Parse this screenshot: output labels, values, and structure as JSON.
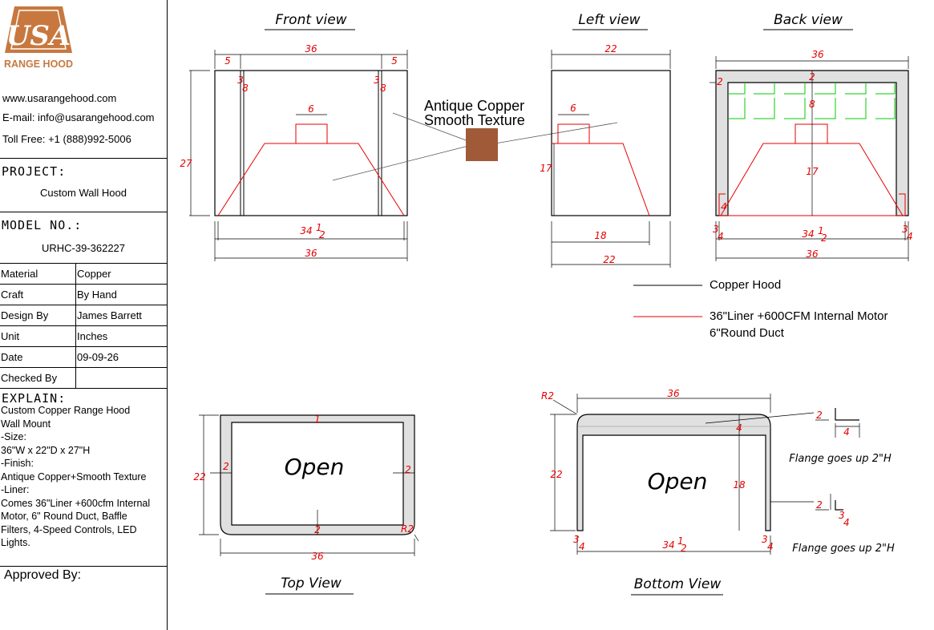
{
  "brand": {
    "logo_text": "USA",
    "logo_sub": "RANGE HOOD"
  },
  "contact": {
    "website": "www.usarangehood.com",
    "email": "E-mail: info@usarangehood.com",
    "phone": "Toll Free: +1 (888)992-5006"
  },
  "project": {
    "label": "PROJECT:",
    "value": "Custom Wall Hood"
  },
  "model": {
    "label": "MODEL NO.:",
    "value": "URHC-39-362227"
  },
  "specs": [
    {
      "key": "Material",
      "value": "Copper"
    },
    {
      "key": "Craft",
      "value": "By Hand"
    },
    {
      "key": "Design By",
      "value": "James Barrett"
    },
    {
      "key": "Unit",
      "value": "Inches"
    },
    {
      "key": "Date",
      "value": "09-09-26"
    },
    {
      "key": "Checked By",
      "value": ""
    }
  ],
  "explain": {
    "label": "EXPLAIN:",
    "lines": [
      "Custom Copper Range Hood",
      "Wall Mount",
      "-Size:",
      "36\"W x 22\"D x 27\"H",
      "-Finish:",
      "Antique Copper+Smooth Texture",
      "-Liner:",
      "Comes 36\"Liner +600cfm Internal",
      "Motor, 6\" Round Duct, Baffle",
      "Filters, 4-Speed Controls, LED",
      "Lights."
    ]
  },
  "approved": "Approved By:",
  "views": {
    "front": "Front view",
    "left": "Left view",
    "back": "Back view",
    "top": "Top View",
    "bottom": "Bottom View"
  },
  "finish": {
    "line1": "Antique Copper",
    "line2": "Smooth Texture",
    "swatch_color": "#a05a38"
  },
  "legend": {
    "black_label": "Copper Hood",
    "red_label_1": "36\"Liner +600CFM Internal Motor",
    "red_label_2": "6\"Round Duct"
  },
  "notes": {
    "flange_top": "Flange goes up 2\"H",
    "flange_bottom": "Flange goes up 2\"H",
    "open": "Open"
  },
  "dims": {
    "w36": "36",
    "d22": "22",
    "h27": "27",
    "h17": "17",
    "d18": "18",
    "five": "5",
    "six": "6",
    "two": "2",
    "one": "1",
    "four": "4",
    "eight": "8",
    "r2": "R2",
    "three": "3",
    "eight_frac": "8",
    "half_num": "1",
    "half_den": "2",
    "quarter_num": "3",
    "quarter_den": "4",
    "w34": "34"
  },
  "colors": {
    "red": "#e60000",
    "green": "#00cc00",
    "logo": "#c8783f"
  }
}
